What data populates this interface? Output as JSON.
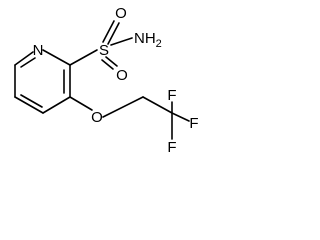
{
  "molecule": {
    "atoms": {
      "ring_nitrogen": "N",
      "sulfonyl_oxygen_top": "O",
      "sulfonyl_oxygen_bottom": "O",
      "sulfur": "S",
      "amine": "NH",
      "amine_subscript": "2",
      "ether_oxygen": "O",
      "fluorine_top": "F",
      "fluorine_right": "F",
      "fluorine_bottom": "F"
    }
  }
}
